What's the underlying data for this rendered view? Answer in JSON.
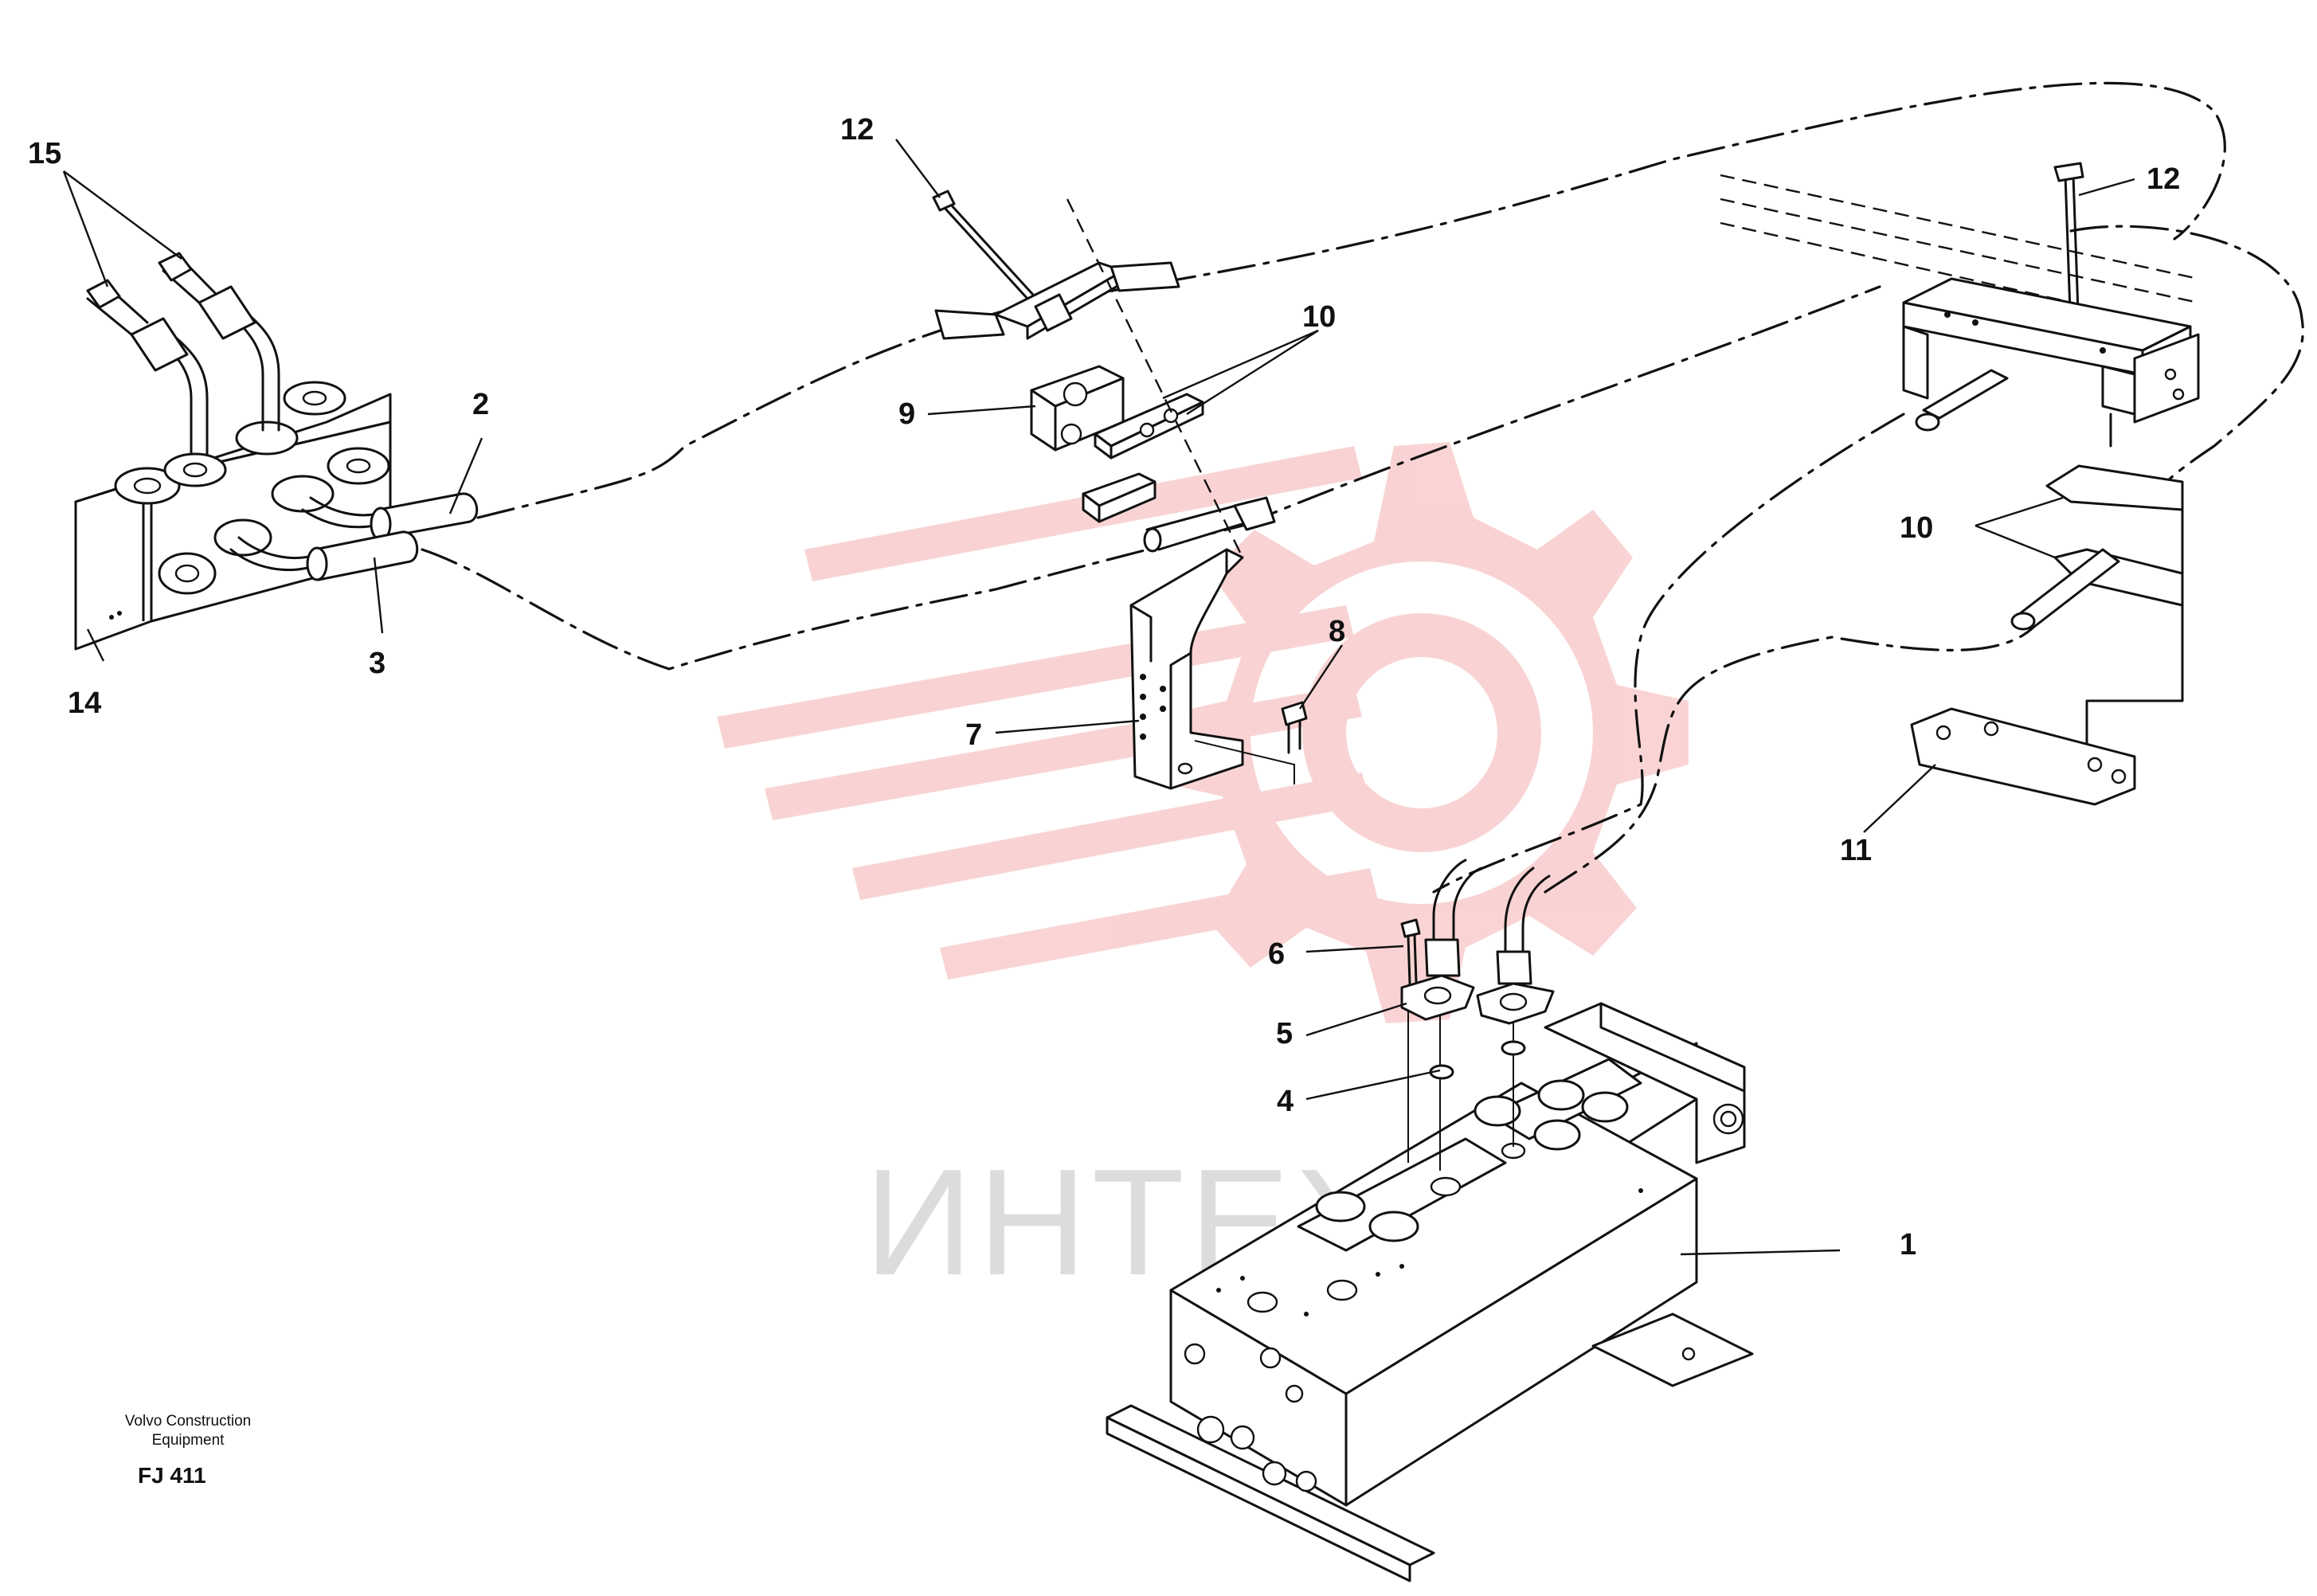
{
  "diagram": {
    "labels": {
      "l1": "1",
      "l2": "2",
      "l3": "3",
      "l4": "4",
      "l5": "5",
      "l6": "6",
      "l7": "7",
      "l8": "8",
      "l9": "9",
      "l10a": "10",
      "l10b": "10",
      "l11": "11",
      "l12a": "12",
      "l12b": "12",
      "l14": "14",
      "l15": "15"
    },
    "footer": {
      "company_line1": "Volvo Construction",
      "company_line2": "Equipment",
      "code": "FJ 411"
    },
    "watermark": {
      "text": "ИНТЕХ",
      "color": "#e83a3a"
    }
  }
}
